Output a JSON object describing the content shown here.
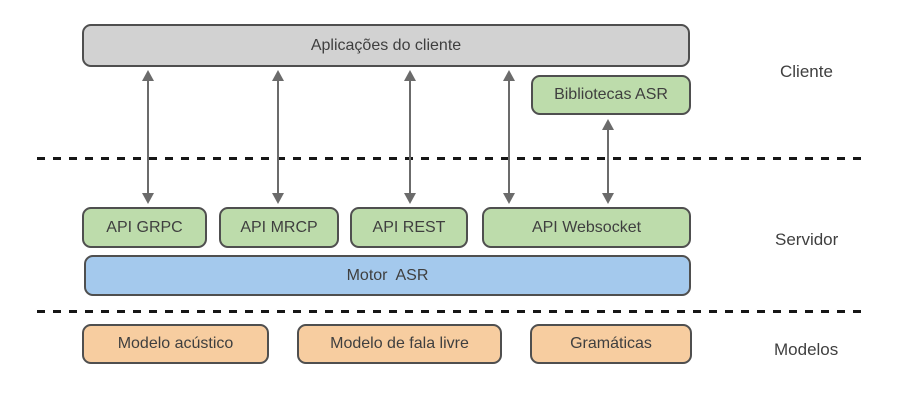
{
  "layers": {
    "cliente": {
      "label": "Cliente",
      "boxes": {
        "client_apps": "Aplicações do cliente",
        "asr_libraries": "Bibliotecas ASR"
      }
    },
    "servidor": {
      "label": "Servidor",
      "apis": [
        "API GRPC",
        "API MRCP",
        "API REST",
        "API Websocket"
      ],
      "engine": "Motor  ASR"
    },
    "modelos": {
      "label": "Modelos",
      "models": [
        "Modelo acústico",
        "Modelo de fala livre",
        "Gramáticas"
      ]
    }
  },
  "colors": {
    "client_box_fill": "#d2d2d2",
    "api_box_fill": "#bddcab",
    "engine_box_fill": "#a4c9ed",
    "model_box_fill": "#f7cda0",
    "box_border": "#4f4f4f",
    "arrow": "#6b6b6b",
    "divider": "#161616",
    "text": "#3f3f3f"
  }
}
